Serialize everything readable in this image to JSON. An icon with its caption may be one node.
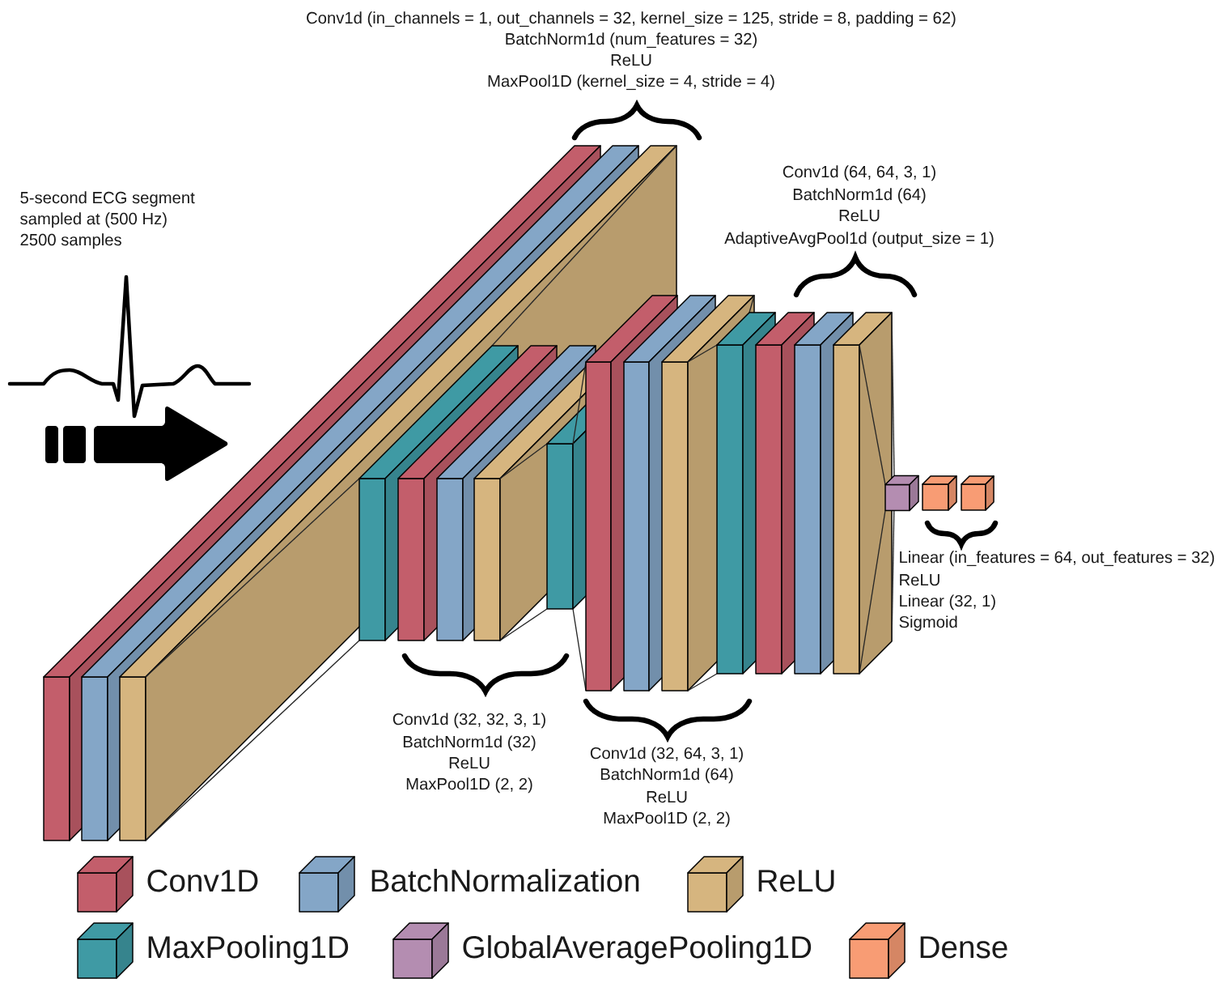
{
  "diagram": {
    "labels": [
      "Conv1d (in_channels = 1, out_channels = 32, kernel_size = 125, stride = 8, padding = 62)",
      "BatchNorm1d (num_features = 32)",
      "ReLU",
      "MaxPool1D (kernel_size = 4, stride = 4)",
      "5-second ECG segment",
      "sampled at (500 Hz)",
      "2500 samples",
      "Conv1d (64, 64, 3, 1)",
      "BatchNorm1d (64)",
      "ReLU",
      "AdaptiveAvgPool1d (output_size = 1)",
      "Linear (in_features = 64, out_features = 32)",
      "ReLU",
      "Linear (32, 1)",
      "Sigmoid",
      "Conv1d (32, 32, 3, 1)",
      "BatchNorm1d (32)",
      "ReLU",
      "MaxPool1D (2, 2)",
      "Conv1d (32, 64, 3, 1)",
      "BatchNorm1d (64)",
      "ReLU",
      "MaxPool1D (2, 2)"
    ],
    "legend": [
      {
        "text": "Conv1D",
        "color": "#c35e6b"
      },
      {
        "text": "BatchNormalization",
        "color": "#84a6c7"
      },
      {
        "text": "ReLU",
        "color": "#d6b57f"
      },
      {
        "text": "MaxPooling1D",
        "color": "#3f9aa4"
      },
      {
        "text": "GlobalAveragePooling1D",
        "color": "#b48db1"
      },
      {
        "text": "Dense",
        "color": "#f89c74"
      }
    ]
  }
}
